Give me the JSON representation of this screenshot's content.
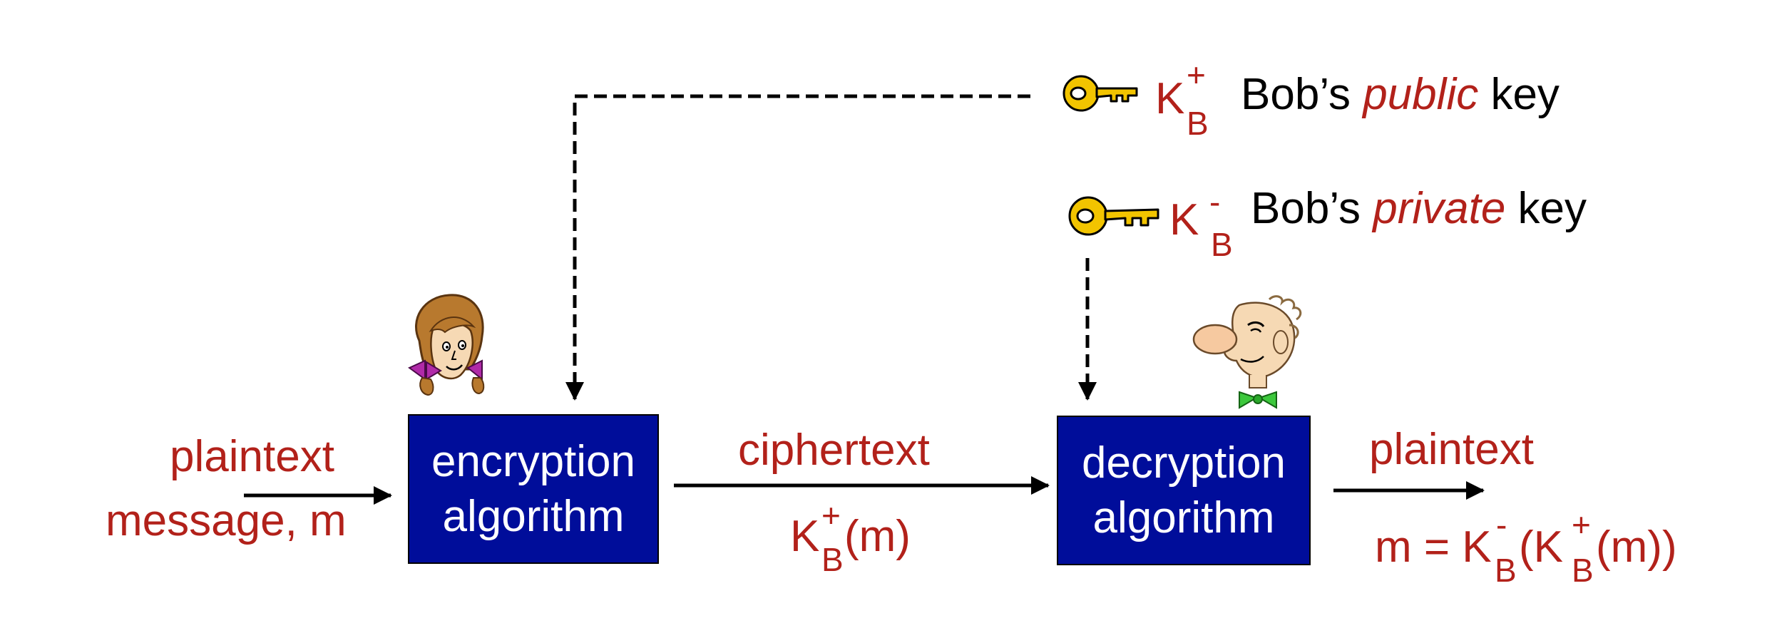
{
  "left_input": {
    "line1": "plaintext",
    "line2": "message, m"
  },
  "encryption_box": {
    "line1": "encryption",
    "line2": "algorithm"
  },
  "ciphertext": {
    "label": "ciphertext",
    "expr": {
      "base": "K",
      "sup": "+",
      "sub": "B",
      "rest": "(m)"
    }
  },
  "decryption_box": {
    "line1": "decryption",
    "line2": "algorithm"
  },
  "right_output": {
    "label": "plaintext",
    "expr_prefix": "m = K",
    "expr_sup1": "-",
    "expr_sub1": "B",
    "expr_mid": "(K",
    "expr_sup2": "+",
    "expr_sub2": "B",
    "expr_end": "(m))"
  },
  "public_key": {
    "k": "K",
    "sup": "+",
    "sub": "B",
    "owner": "Bob’s",
    "word": "public",
    "tail": "key"
  },
  "private_key": {
    "k": "K",
    "sup": "-",
    "sub": "B",
    "owner": "Bob’s",
    "word": "private",
    "tail": "key"
  },
  "colors": {
    "box_fill": "#000d9a",
    "label_red": "#b2211a",
    "key_gold": "#f2c400"
  },
  "icons": [
    "key-icon",
    "alice-icon",
    "bob-icon"
  ]
}
